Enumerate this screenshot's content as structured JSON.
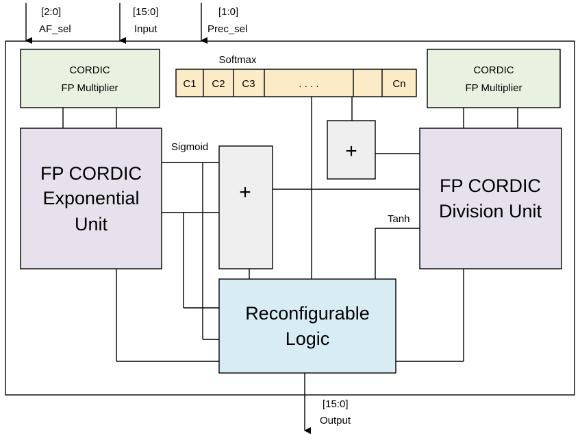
{
  "inputs": {
    "af_sel_width": "[2:0]",
    "af_sel": "AF_sel",
    "input_width": "[15:0]",
    "input": "Input",
    "prec_sel_width": "[1:0]",
    "prec_sel": "Prec_sel"
  },
  "output": {
    "width": "[15:0]",
    "label": "Output"
  },
  "blocks": {
    "multiplier_left": {
      "line1": "CORDIC",
      "line2": "FP Multiplier"
    },
    "multiplier_right": {
      "line1": "CORDIC",
      "line2": "FP Multiplier"
    },
    "exp_unit": {
      "line1": "FP CORDIC",
      "line2": "Exponential",
      "line3": "Unit"
    },
    "div_unit": {
      "line1": "FP CORDIC",
      "line2": "Division Unit"
    },
    "reconfig": {
      "line1": "Reconfigurable",
      "line2": "Logic"
    },
    "adder_left": "+",
    "adder_right": "+"
  },
  "softmax": {
    "title": "Softmax",
    "cells": [
      "C1",
      "C2",
      "C3",
      ". . . .",
      "Cn"
    ]
  },
  "signals": {
    "sigmoid": "Sigmoid",
    "tanh": "Tanh"
  },
  "colors": {
    "multiplier_fill": "#e9f1e0",
    "unit_fill": "#e6e1ec",
    "adder_fill": "#efefef",
    "reconfig_fill": "#d8ecf3",
    "softmax_fill": "#fcebc7"
  }
}
